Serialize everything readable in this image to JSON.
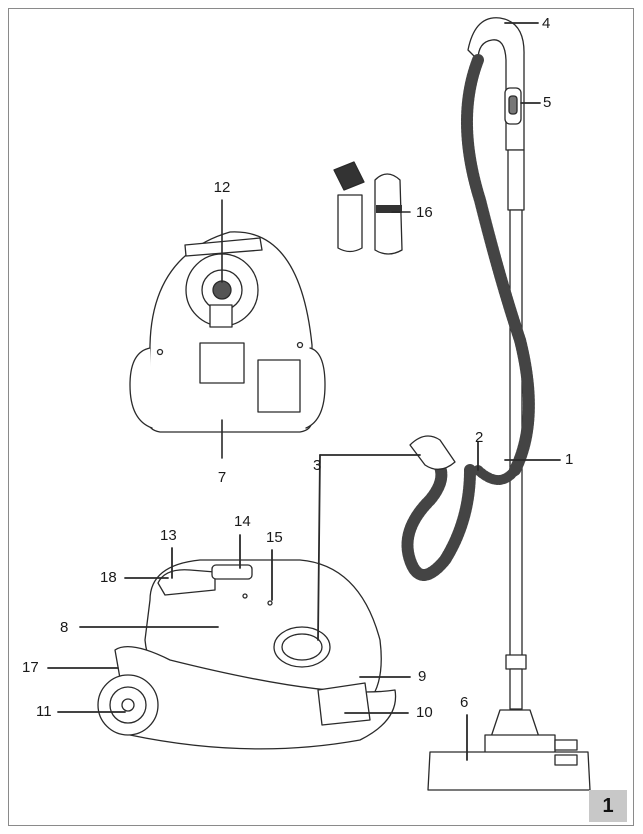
{
  "figure_number": "1",
  "callouts": {
    "c1": "1",
    "c2": "2",
    "c3": "3",
    "c4": "4",
    "c5": "5",
    "c6": "6",
    "c7": "7",
    "c8": "8",
    "c9": "9",
    "c10": "10",
    "c11": "11",
    "c12": "12",
    "c13": "13",
    "c14": "14",
    "c15": "15",
    "c16": "16",
    "c17": "17",
    "c18": "18"
  },
  "colors": {
    "line": "#2a2a2a",
    "frame": "#8a8a8a",
    "badge": "#c8c8c8"
  }
}
